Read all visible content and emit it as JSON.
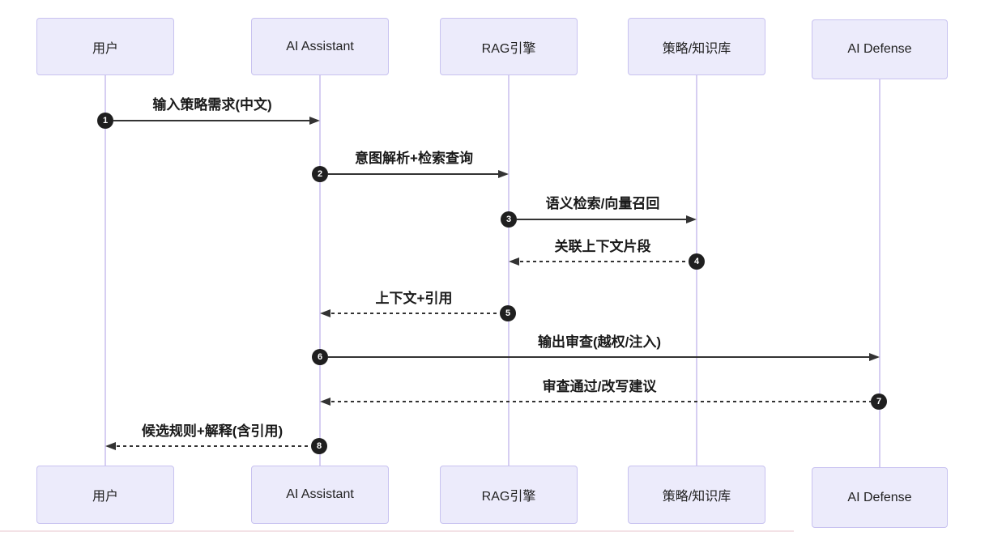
{
  "diagram": {
    "type": "sequence-diagram",
    "actors": [
      {
        "label": "用户"
      },
      {
        "label": "AI Assistant"
      },
      {
        "label": "RAG引擎"
      },
      {
        "label": "策略/知识库"
      },
      {
        "label": "AI Defense"
      }
    ],
    "messages": [
      {
        "num": "1",
        "label": "输入策略需求(中文)",
        "from": "用户",
        "to": "AI Assistant",
        "line": "solid"
      },
      {
        "num": "2",
        "label": "意图解析+检索查询",
        "from": "AI Assistant",
        "to": "RAG引擎",
        "line": "solid"
      },
      {
        "num": "3",
        "label": "语义检索/向量召回",
        "from": "RAG引擎",
        "to": "策略/知识库",
        "line": "solid"
      },
      {
        "num": "4",
        "label": "关联上下文片段",
        "from": "策略/知识库",
        "to": "RAG引擎",
        "line": "dashed"
      },
      {
        "num": "5",
        "label": "上下文+引用",
        "from": "RAG引擎",
        "to": "AI Assistant",
        "line": "dashed"
      },
      {
        "num": "6",
        "label": "输出审查(越权/注入)",
        "from": "AI Assistant",
        "to": "AI Defense",
        "line": "solid"
      },
      {
        "num": "7",
        "label": "审查通过/改写建议",
        "from": "AI Defense",
        "to": "AI Assistant",
        "line": "dashed"
      },
      {
        "num": "8",
        "label": "候选规则+解释(含引用)",
        "from": "AI Assistant",
        "to": "用户",
        "line": "dashed"
      }
    ],
    "colors": {
      "actor_fill": "#ECEBFB",
      "actor_border": "#C8C2F0",
      "lifeline": "#D6CEF2",
      "arrow": "#333333",
      "number_badge_bg": "#1F1F1F",
      "number_badge_text": "#FFFFFF",
      "label_text": "#1A1A1A",
      "bottom_rule": "#F3E2E6"
    }
  }
}
